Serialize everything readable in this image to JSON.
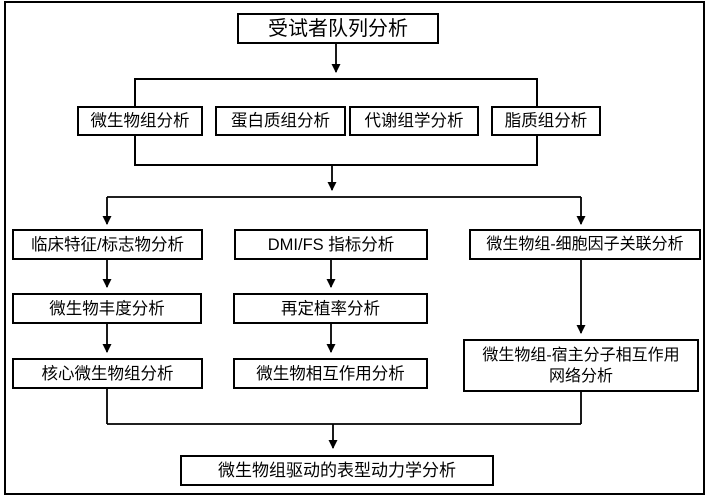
{
  "flowchart": {
    "root": {
      "label": "受试者队列分析"
    },
    "omics_group": [
      {
        "label": "微生物组分析"
      },
      {
        "label": "蛋白质组分析"
      },
      {
        "label": "代谢组学分析"
      },
      {
        "label": "脂质组分析"
      }
    ],
    "left_column": [
      {
        "label": "临床特征/标志物分析"
      },
      {
        "label": "微生物丰度分析"
      },
      {
        "label": "核心微生物组分析"
      }
    ],
    "middle_column": [
      {
        "label": "DMI/FS 指标分析"
      },
      {
        "label": "再定植率分析"
      },
      {
        "label": "微生物相互作用分析"
      }
    ],
    "right_column": [
      {
        "label": "微生物组-细胞因子关联分析"
      },
      {
        "lines": [
          "微生物组-宿主分子相互作用",
          "网络分析"
        ]
      }
    ],
    "final": {
      "label": "微生物组驱动的表型动力学分析"
    }
  },
  "colors": {
    "stroke": "#000000",
    "background": "#ffffff"
  }
}
